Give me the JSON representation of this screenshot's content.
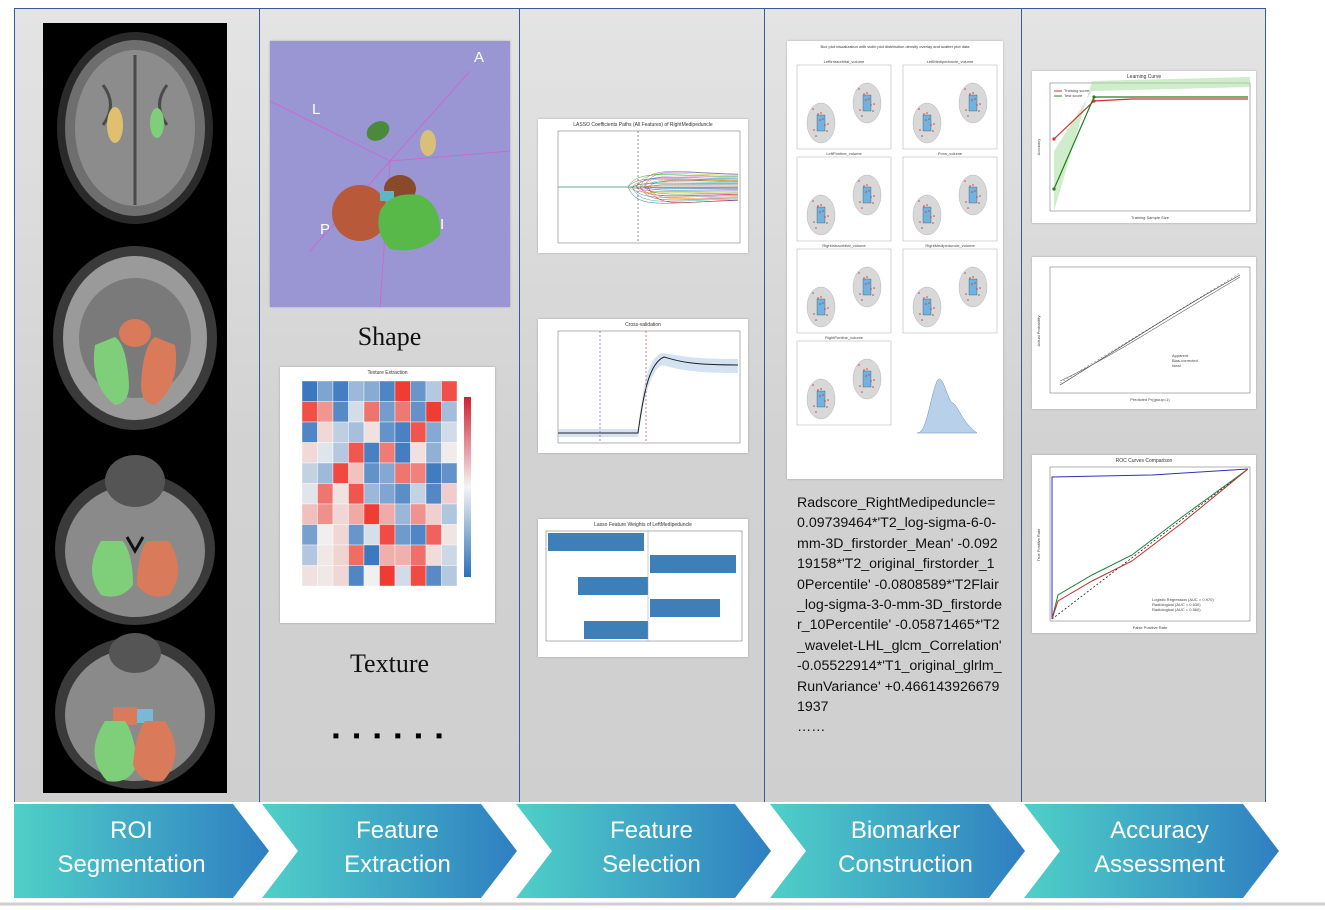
{
  "steps": [
    {
      "line1": "ROI",
      "line2": "Segmentation"
    },
    {
      "line1": "Feature",
      "line2": "Extraction"
    },
    {
      "line1": "Feature",
      "line2": "Selection"
    },
    {
      "line1": "Biomarker",
      "line2": "Construction"
    },
    {
      "line1": "Accuracy",
      "line2": "Assessment"
    }
  ],
  "extraction": {
    "shape_label": "Shape",
    "texture_label": "Texture",
    "ellipsis": "▪ ▪ ▪ ▪ ▪ ▪",
    "orientation": {
      "a": "A",
      "l": "L",
      "p": "P",
      "i": "I"
    },
    "heatmap_title": "Texture Extraction"
  },
  "selection": {
    "lasso_title": "LASSO Coefficients Paths (All Features) of RightMedipeduncle",
    "cv_title": "Cross-validation",
    "weights_title": "Lasso Feature Weights of LeftMedipeduncle"
  },
  "biomarker": {
    "plot_title": "Box plot visualization with violin plot distribution density overlay and scatter plot data",
    "formula": "Radscore_RightMedipeduncle=0.09739464*'T2_log-sigma-6-0-mm-3D_firstorder_Mean' -0.09219158*'T2_original_firstorder_10Percentile' -0.0808589*'T2Flair_log-sigma-3-0-mm-3D_firstorder_10Percentile' -0.05871465*'T2_wavelet-LHL_glcm_Correlation' -0.05522914*'T1_original_glrlm_RunVariance' +0.4661439266791937\n……",
    "panels": [
      "LeftIntraorbital_volume",
      "LeftMedipeduncle_volume",
      "LeftPontine_volume",
      "Pons_volume",
      "RightIntraorbital_volume",
      "RightMedipeduncle_volume",
      "RightPontine_volume"
    ]
  },
  "assessment": {
    "learning_title": "Learning Curve",
    "learning_legend": [
      "Training score",
      "Test score"
    ],
    "learning_xlabel": "Training Sample Size",
    "learning_ylabel": "Accuracy",
    "calib_xlabel": "Predicted Pr(group=1)",
    "calib_ylabel": "Actual Probability",
    "calib_legend": [
      "Apparent",
      "Bias-corrected",
      "Ideal"
    ],
    "roc_title": "ROC Curves Comparison",
    "roc_xlabel": "False Positive Rate",
    "roc_ylabel": "True Positive Rate",
    "roc_legend": [
      "Logistic Regression (AUC = 0.970)",
      "Radiological (AUC = 0.630)",
      "Radiological (AUC = 0.560)"
    ]
  },
  "colors": {
    "chevron_light": "#4fd0c8",
    "chevron_dark": "#2f7fc1",
    "panel_border": "#3a5a9a",
    "roi_green": "#7fce7a",
    "roi_orange": "#d97a5a",
    "roi_yellow": "#e0c070",
    "roi_blue": "#7ab8d8",
    "bar_blue": "#3f7fb8"
  }
}
